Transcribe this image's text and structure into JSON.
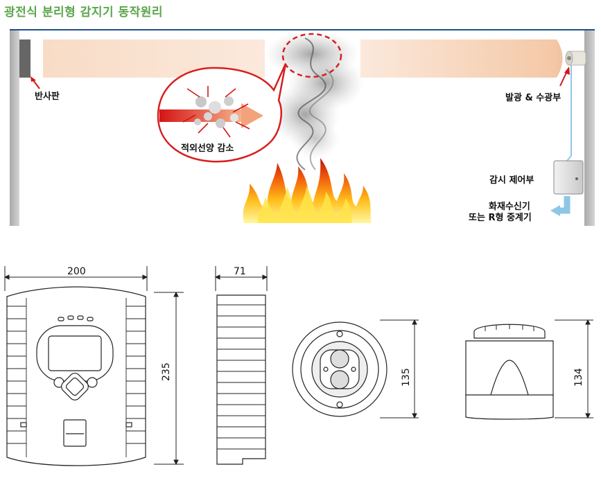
{
  "title": "광전식 분리형 감지기 동작원리",
  "principle": {
    "reflector_label": "반사판",
    "emitter_label": "발광 & 수광부",
    "callout_label": "적외선양 감소",
    "control_label": "감시 제어부",
    "receiver_line1": "화재수신기",
    "receiver_line2": "또는 R형 중계기"
  },
  "dimensions": {
    "front_width": "200",
    "front_height": "235",
    "side_depth": "71",
    "round_diameter": "135",
    "round_height": "134"
  },
  "colors": {
    "title_green": "#5aa64a",
    "beam": "#f6d3b8",
    "frame_blue": "#1b4f8a",
    "callout_red": "#d81e1e"
  }
}
